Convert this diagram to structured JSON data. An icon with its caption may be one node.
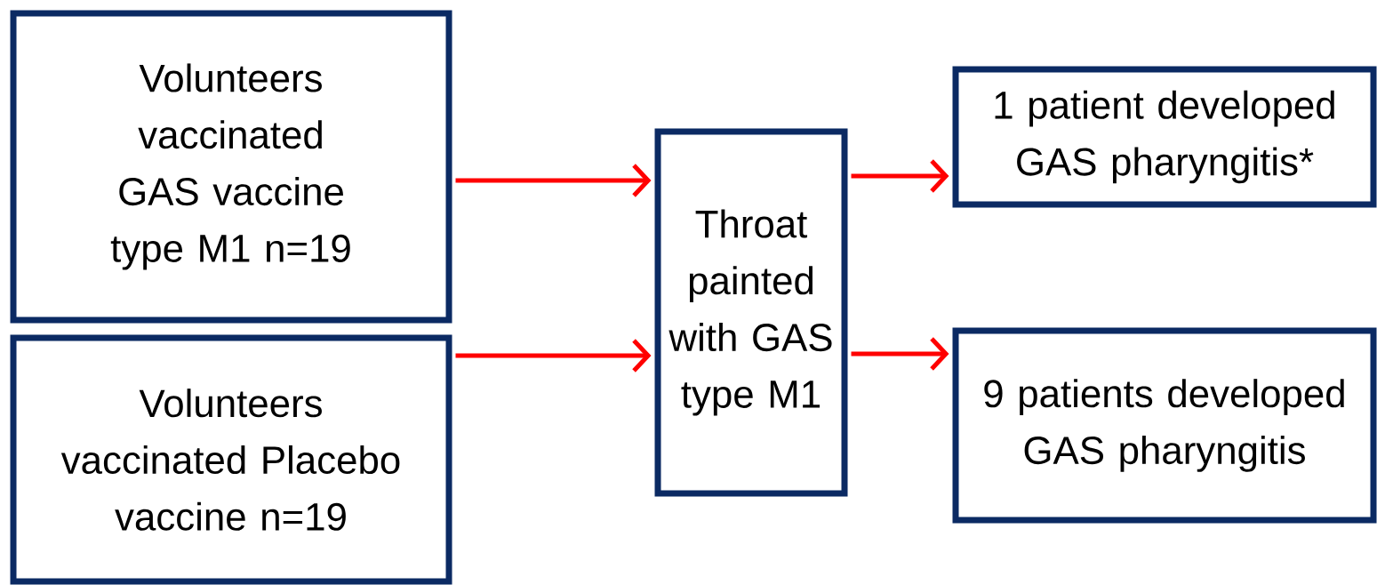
{
  "diagram": {
    "nodes": [
      {
        "text": [
          "Volunteers vaccinated GAS vaccine type M1 n=19"
        ]
      },
      {
        "text": [
          "Volunteers vaccinated Placebo vaccine n=19"
        ]
      },
      {
        "text": [
          "Throat painted with GAS type M1"
        ]
      },
      {
        "text": [
          "1 patient developed GAS pharyngitis*"
        ]
      },
      {
        "text": [
          "9 patients developed GAS pharyngitis"
        ]
      }
    ],
    "edges": [
      {
        "from": 0,
        "to": 2,
        "arrow": "to",
        "color": "#ff0000"
      },
      {
        "from": 1,
        "to": 2,
        "arrow": "to",
        "color": "#ff0000"
      },
      {
        "from": 2,
        "to": 3,
        "arrow": "to",
        "color": "#ff0000"
      },
      {
        "from": 2,
        "to": 4,
        "arrow": "to",
        "color": "#ff0000"
      }
    ]
  }
}
